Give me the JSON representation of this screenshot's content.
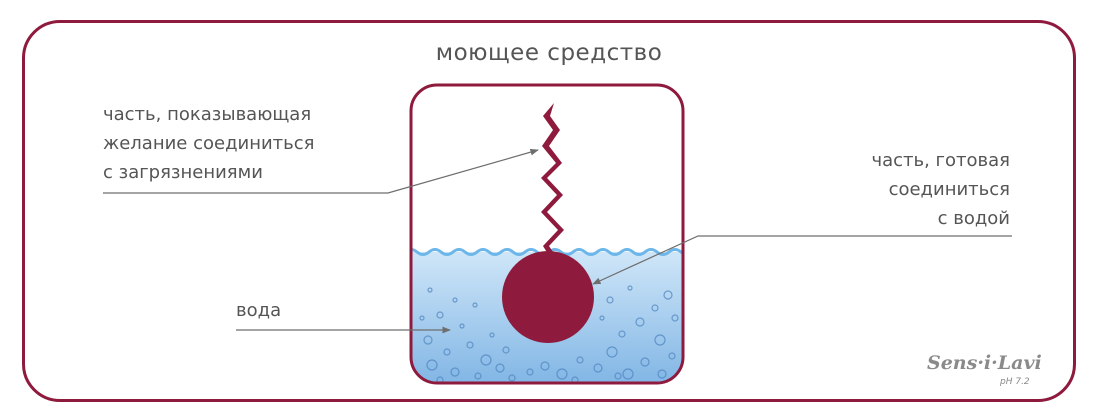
{
  "diagram": {
    "title": "моющее средство",
    "labels": {
      "hydrophobic_tail": "часть, показывающая\nжелание соединиться\nс загрязнениями",
      "hydrophilic_head": "часть, готовая\nсоединиться\nс водой",
      "water": "вода"
    },
    "logo": {
      "name": "Sens·i·Lavi",
      "subtitle": "pH 7.2"
    },
    "colors": {
      "accent": "#8e1b3d",
      "text": "#555555",
      "water_top": "#c9e3f7",
      "water_bottom": "#7fb6e6",
      "wave": "#6cb6ea",
      "leader": "#6e6e6e"
    }
  }
}
